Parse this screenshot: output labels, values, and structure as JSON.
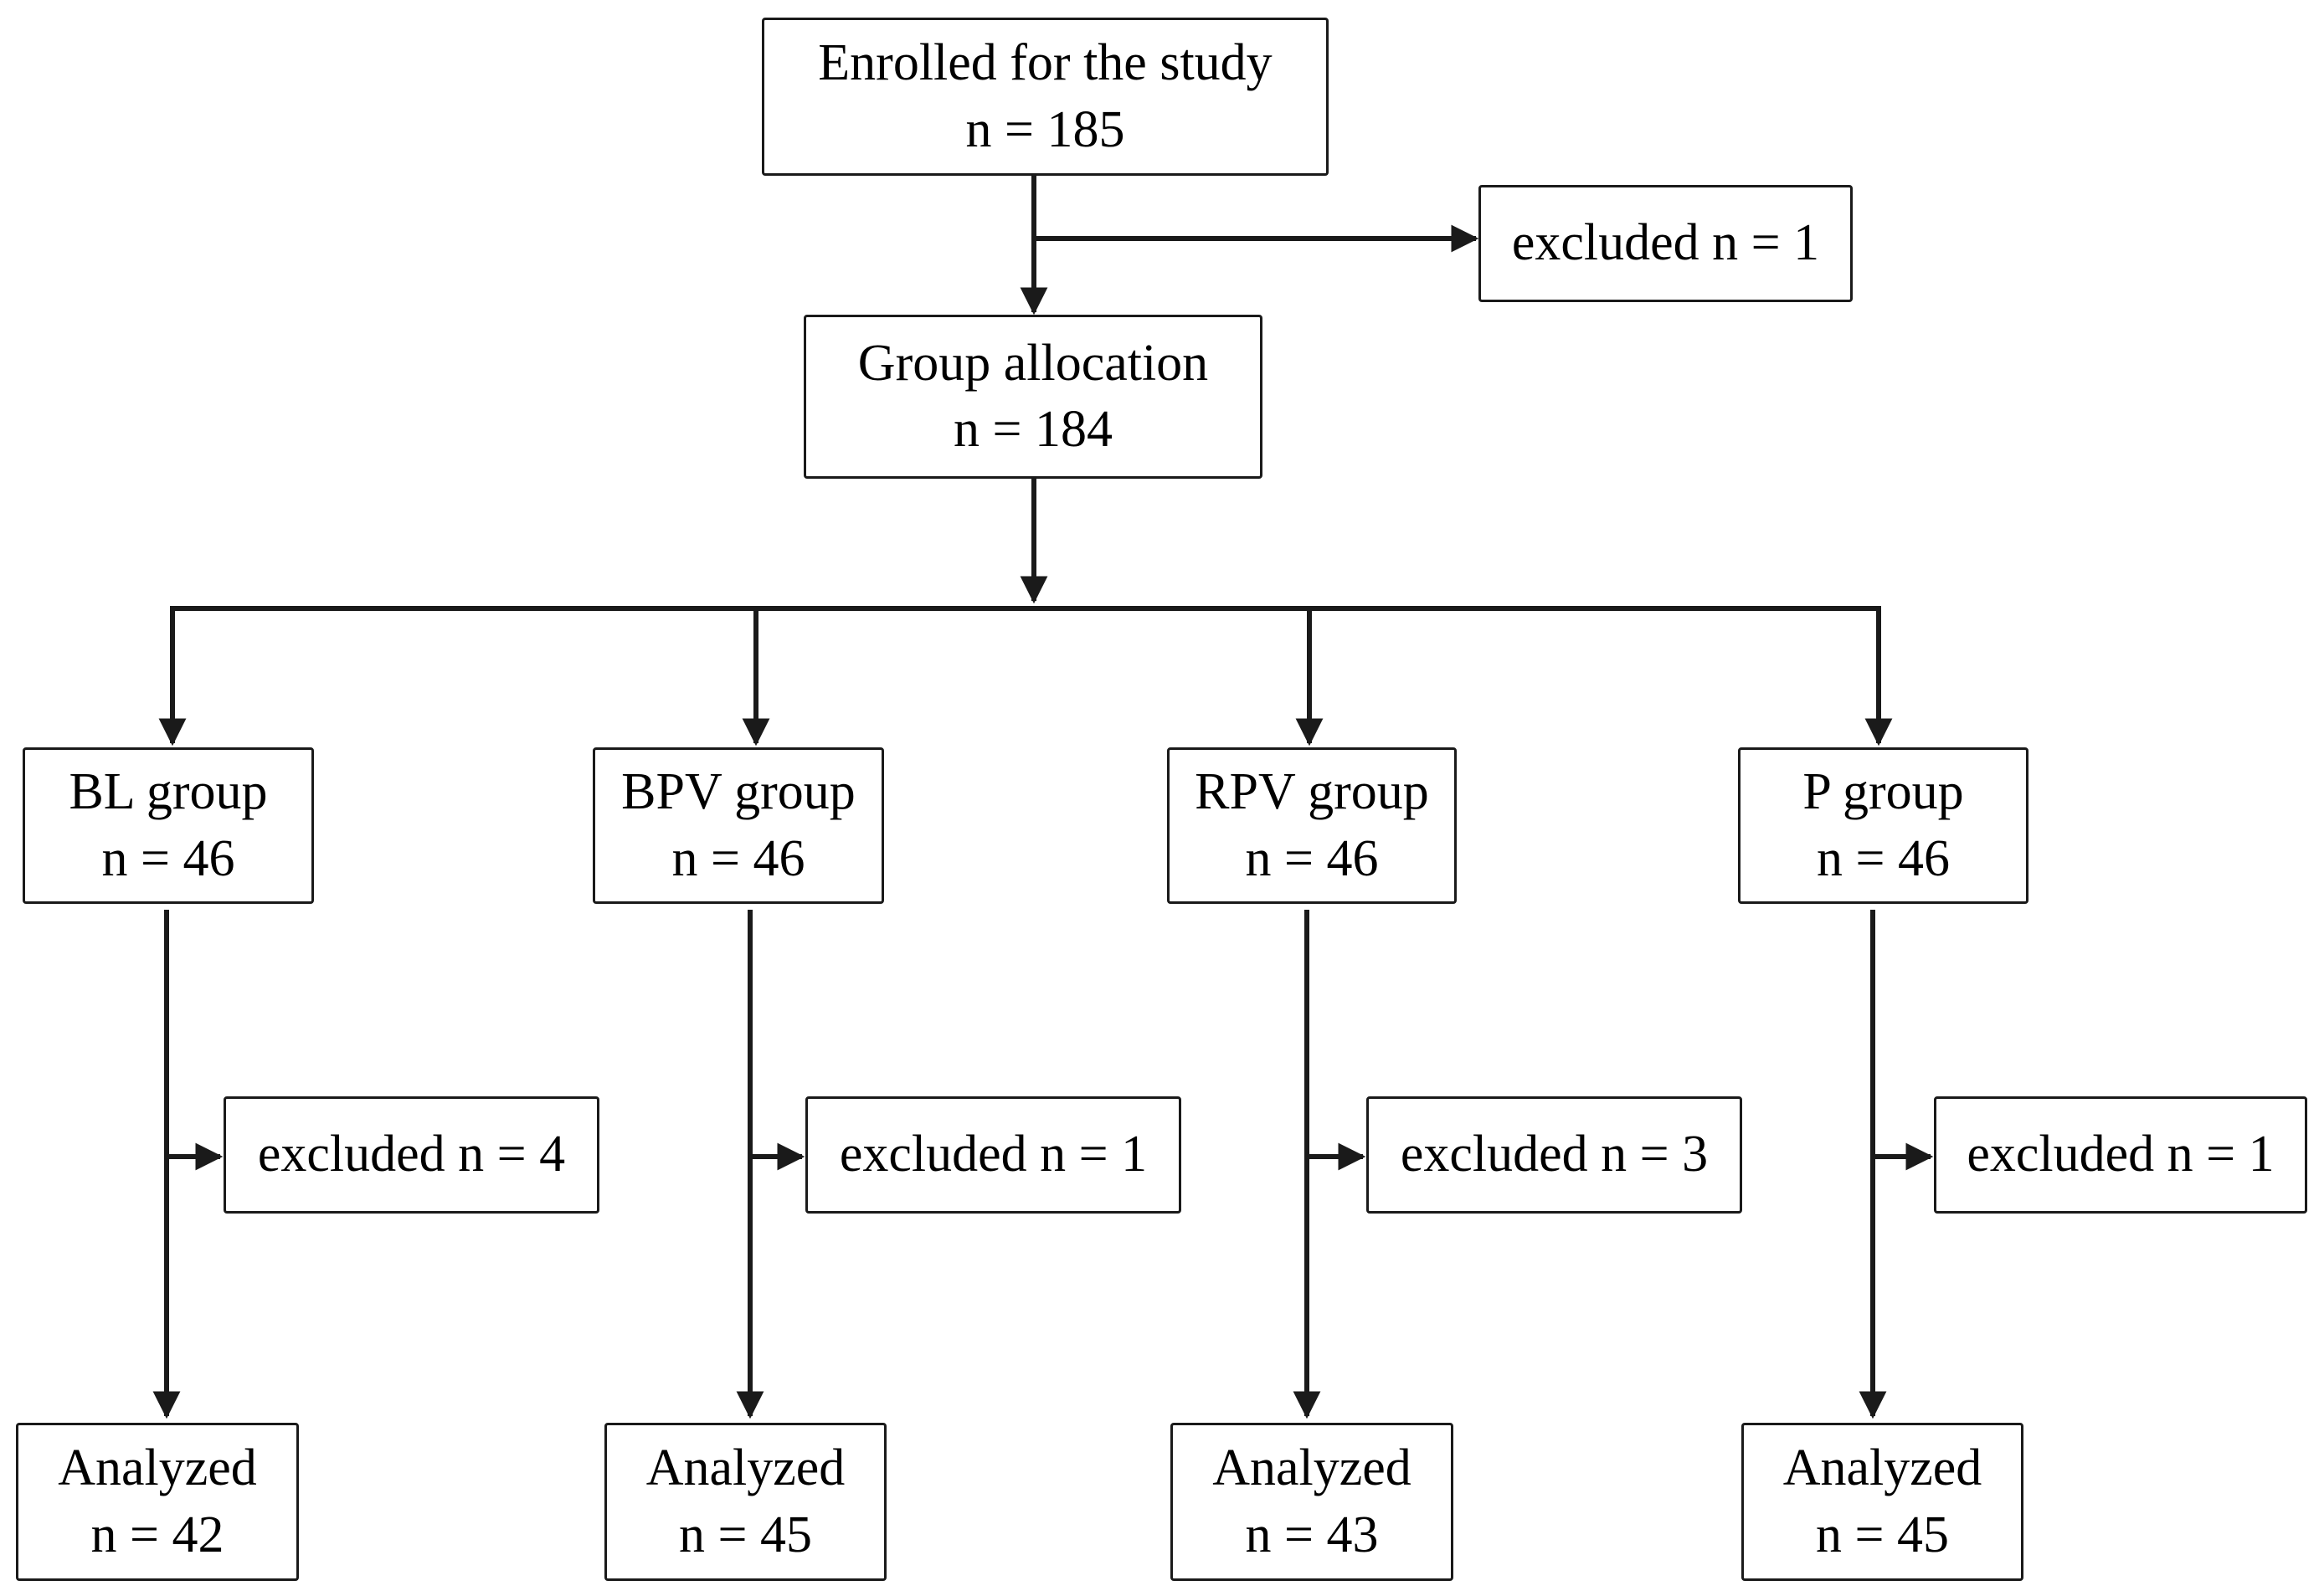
{
  "enrolled": {
    "title": "Enrolled for the study",
    "count": "n = 185"
  },
  "excluded_top": {
    "label": "excluded n = 1"
  },
  "allocation": {
    "title": "Group allocation",
    "count": "n = 184"
  },
  "groups": [
    {
      "title": "BL group",
      "count": "n = 46",
      "excluded": "excluded n = 4",
      "analyzed_title": "Analyzed",
      "analyzed_count": "n = 42"
    },
    {
      "title": "BPV group",
      "count": "n = 46",
      "excluded": "excluded n = 1",
      "analyzed_title": "Analyzed",
      "analyzed_count": "n = 45"
    },
    {
      "title": "RPV group",
      "count": "n = 46",
      "excluded": "excluded n = 3",
      "analyzed_title": "Analyzed",
      "analyzed_count": "n = 43"
    },
    {
      "title": "P group",
      "count": "n = 46",
      "excluded": "excluded n = 1",
      "analyzed_title": "Analyzed",
      "analyzed_count": "n = 45"
    }
  ]
}
